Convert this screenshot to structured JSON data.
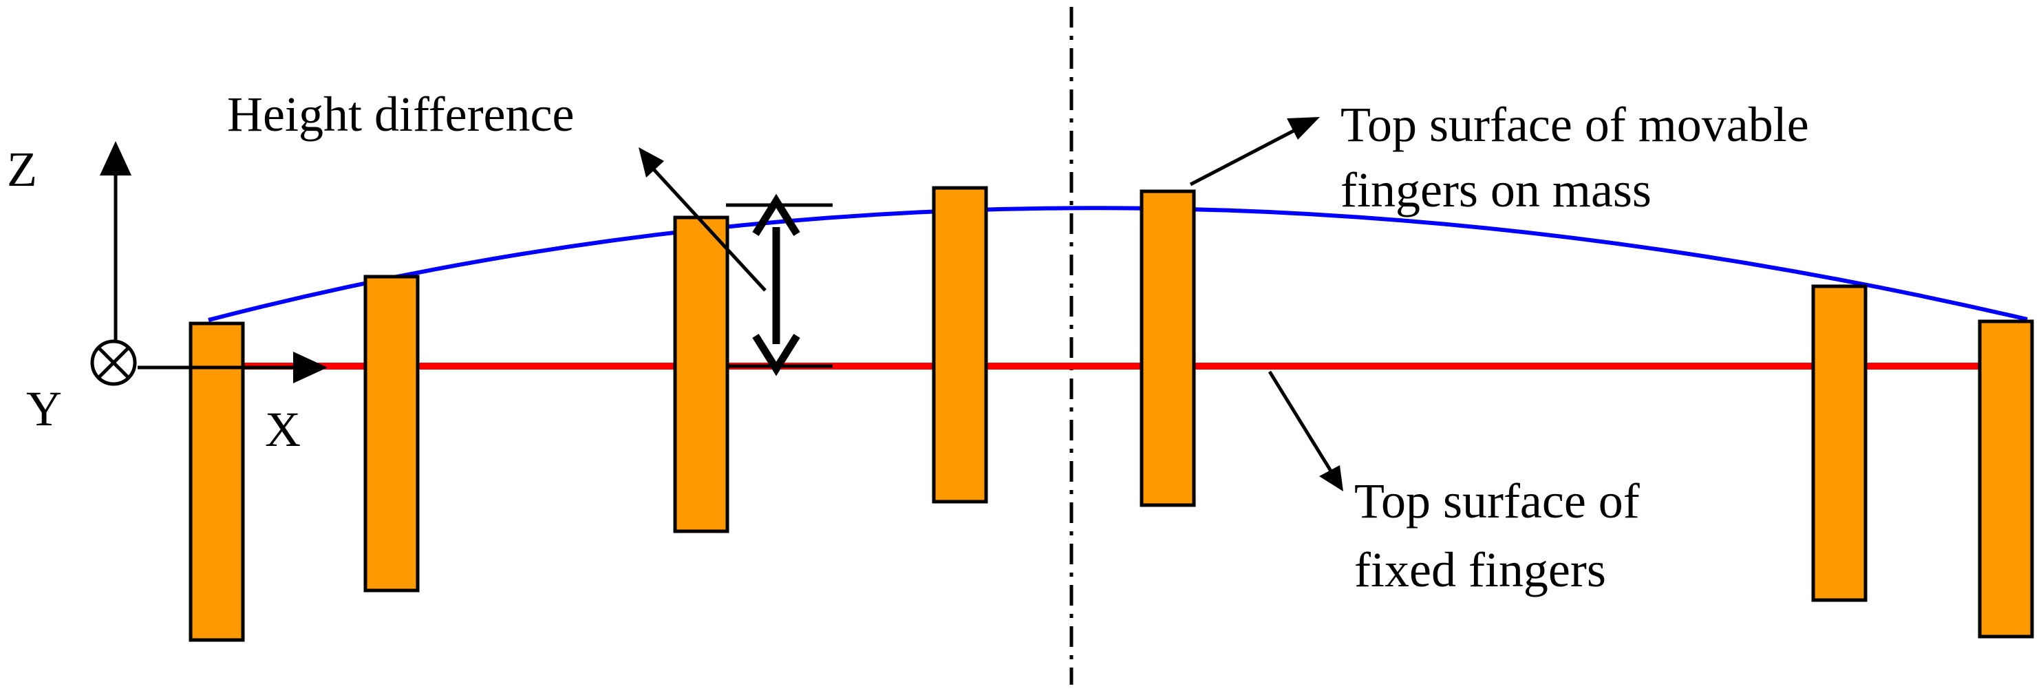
{
  "labels": {
    "axis_z": "Z",
    "axis_y": "Y",
    "axis_x": "X",
    "height_difference": "Height difference",
    "movable_line1": "Top surface of movable",
    "movable_line2": "fingers on mass",
    "fixed_line1": "Top surface of",
    "fixed_line2": "fixed fingers"
  },
  "colors": {
    "finger_fill": "#FF9900",
    "outline": "#000000",
    "movable_surface": "#0000FF",
    "fixed_surface": "#FF0000"
  },
  "icons": {
    "y_axis_symbol": "circled-x-into-page"
  }
}
